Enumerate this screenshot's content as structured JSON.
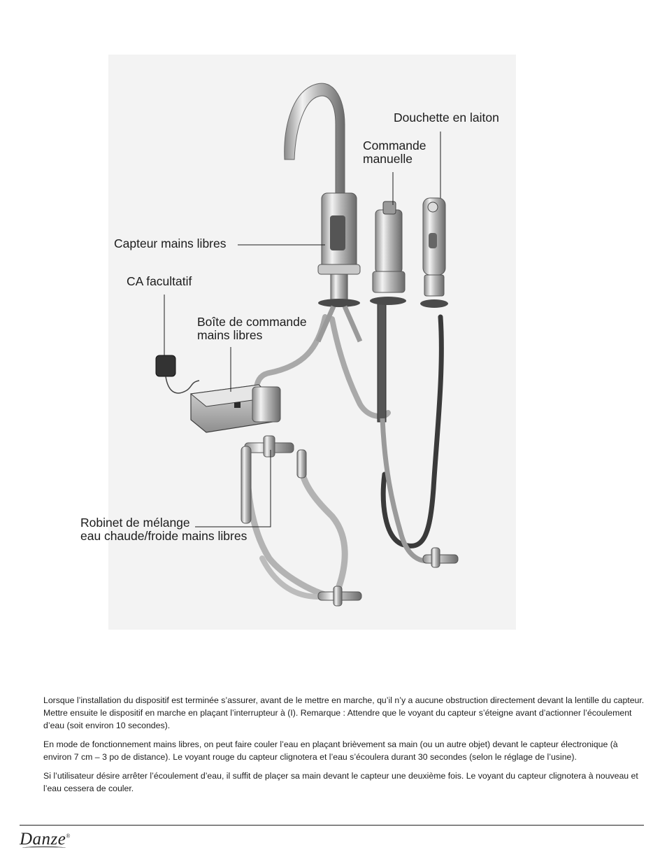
{
  "diagram": {
    "labels": {
      "sprayer": "Douchette en laiton",
      "manual_control": "Commande\nmanuelle",
      "sensor": "Capteur mains libres",
      "ac_adapter": "CA facultatif",
      "control_box": "Boîte de commande\nmains libres",
      "mixing_valve": "Robinet de mélange\neau chaude/froide mains libres"
    }
  },
  "body": {
    "paragraphs": [
      "Lorsque l’installation du dispositif est terminée s’assurer, avant de le mettre en marche, qu’il n’y a aucune obstruction directement devant la lentille du capteur. Mettre ensuite le dispositif en marche en plaçant l’interrupteur à (I). Remarque : Attendre que le voyant du capteur s’éteigne avant d’actionner l’écoulement d’eau (soit environ 10 secondes).",
      "En mode de fonctionnement mains libres, on peut faire couler l’eau en plaçant brièvement sa main (ou un autre objet) devant le capteur électronique (à environ 7 cm – 3 po de distance). Le voyant rouge du capteur clignotera et l’eau s’écoulera durant 30 secondes (selon le réglage de l’usine).",
      "Si l’utilisateur désire arrêter l’écoulement d’eau, il suffit de plaçer sa main devant le capteur une deuxième fois. Le voyant du capteur clignotera à nouveau et l’eau cessera de couler."
    ]
  },
  "footer": {
    "brand": "Danze",
    "registered": "®"
  }
}
